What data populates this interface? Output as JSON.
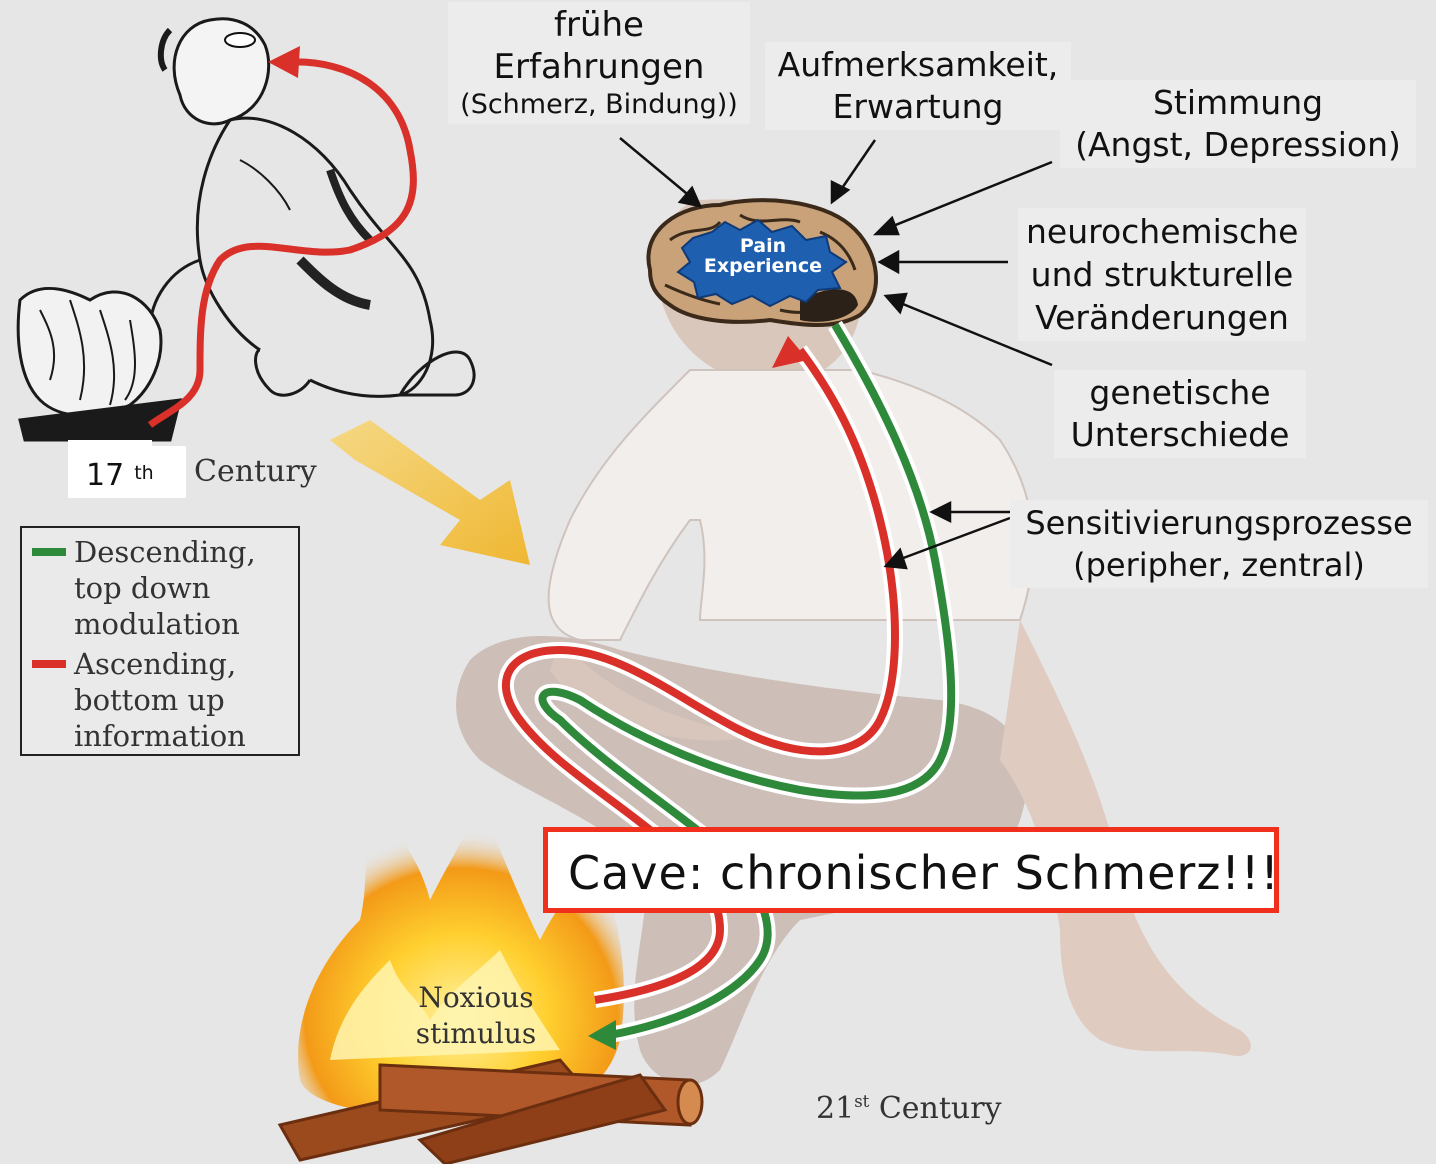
{
  "labels": {
    "fruehe_line1": "frühe",
    "fruehe_line2": "Erfahrungen",
    "fruehe_line3": "(Schmerz, Bindung))",
    "aufmerksamkeit_line1": "Aufmerksamkeit,",
    "aufmerksamkeit_line2": "Erwartung",
    "stimmung_line1": "Stimmung",
    "stimmung_line2": "(Angst, Depression)",
    "neuro_line1": "neurochemische",
    "neuro_line2": "und strukturelle",
    "neuro_line3": "Veränderungen",
    "genetische_line1": "genetische",
    "genetische_line2": "Unterschiede",
    "sensitivierung_line1": "Sensitivierungsprozesse",
    "sensitivierung_line2": "(peripher, zentral)",
    "century17_num": "17",
    "century17_sup": "th",
    "century17_word": "Century",
    "century21_num": "21",
    "century21_sup": "st",
    "century21_word": "Century",
    "noxious_line1": "Noxious",
    "noxious_line2": "stimulus",
    "brain_line1": "Pain",
    "brain_line2": "Experience",
    "cave": "Cave: chronischer Schmerz!!!"
  },
  "legend": {
    "descending": {
      "text": "Descending,\ntop down\nmodulation",
      "color": "#2e8a3a"
    },
    "ascending": {
      "text": "Ascending,\nbottom up\ninformation",
      "color": "#d9302a"
    }
  },
  "colors": {
    "background": "#e6e6e6",
    "ascending_path": "#d9302a",
    "descending_path": "#2e8a3a",
    "highlight_border": "#f0301c",
    "transition_arrow": "#f0b21e",
    "brain_center": "#1e5fb0"
  }
}
